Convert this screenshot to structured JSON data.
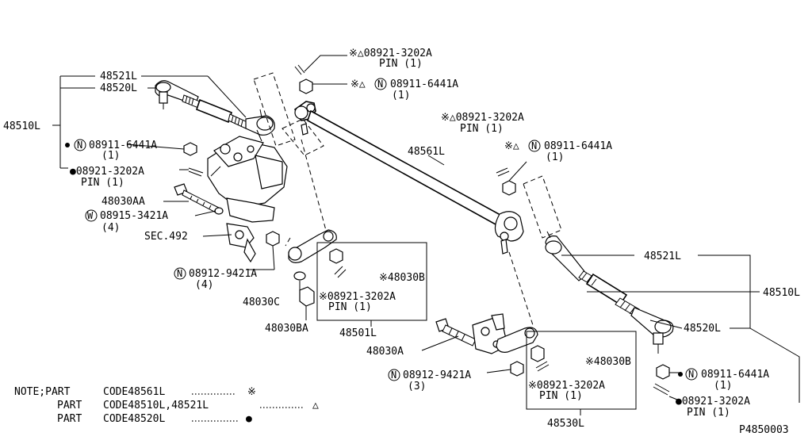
{
  "labels": {
    "p48521L_top": "48521L",
    "p48520L_top": "48520L",
    "p48510L_left": "48510L",
    "nut_left": "08911-6441A",
    "nut_left_qty": "(1)",
    "pin_left": "●08921-3202A",
    "pin_left_name": "PIN (1)",
    "bolt_48030AA": "48030AA",
    "washer_left": "08915-3421A",
    "washer_left_qty": "(4)",
    "sec492": "SEC.492",
    "nut_bottom_left": "08912-9421A",
    "nut_bottom_left_qty": "(4)",
    "p48030C": "48030C",
    "p48030BA": "48030BA",
    "p48030B_mid": "※48030B",
    "pin_mid": "※08921-3202A",
    "pin_mid_name": "PIN (1)",
    "p48501L": "48501L",
    "pin_top": "※△08921-3202A",
    "pin_top_name": "PIN (1)",
    "nut_top": "※△",
    "nut_top_part": "08911-6441A",
    "nut_top_qty": "(1)",
    "pin_upper_mid": "※△08921-3202A",
    "pin_upper_mid_name": "PIN (1)",
    "nut_upper_mid": "※△",
    "nut_upper_mid_part": "08911-6441A",
    "nut_upper_mid_qty": "(1)",
    "p48561L": "48561L",
    "p48521L_right": "48521L",
    "p48510L_right": "48510L",
    "p48520L_right": "48520L",
    "bolt_48030A": "48030A",
    "nut_bottom_mid": "08912-9421A",
    "nut_bottom_mid_qty": "(3)",
    "p48030B_right": "※48030B",
    "pin_bottom_right": "※08921-3202A",
    "pin_bottom_right_name": "PIN (1)",
    "p48530L": "48530L",
    "nut_right": "08911-6441A",
    "nut_right_qty": "(1)",
    "pin_right": "●08921-3202A",
    "pin_right_name": "PIN (1)",
    "circle_N": "N",
    "circle_W": "W",
    "dot": "●"
  },
  "notes": {
    "line1_prefix": "NOTE;PART",
    "line1_code": "CODE48561L",
    "line1_sym": "※",
    "line2_prefix": "PART",
    "line2_code": "CODE48510L,48521L",
    "line2_sym": "△",
    "line3_prefix": "PART",
    "line3_code": "CODE48520L",
    "line3_sym": "●"
  },
  "figure_id": "P4850003"
}
